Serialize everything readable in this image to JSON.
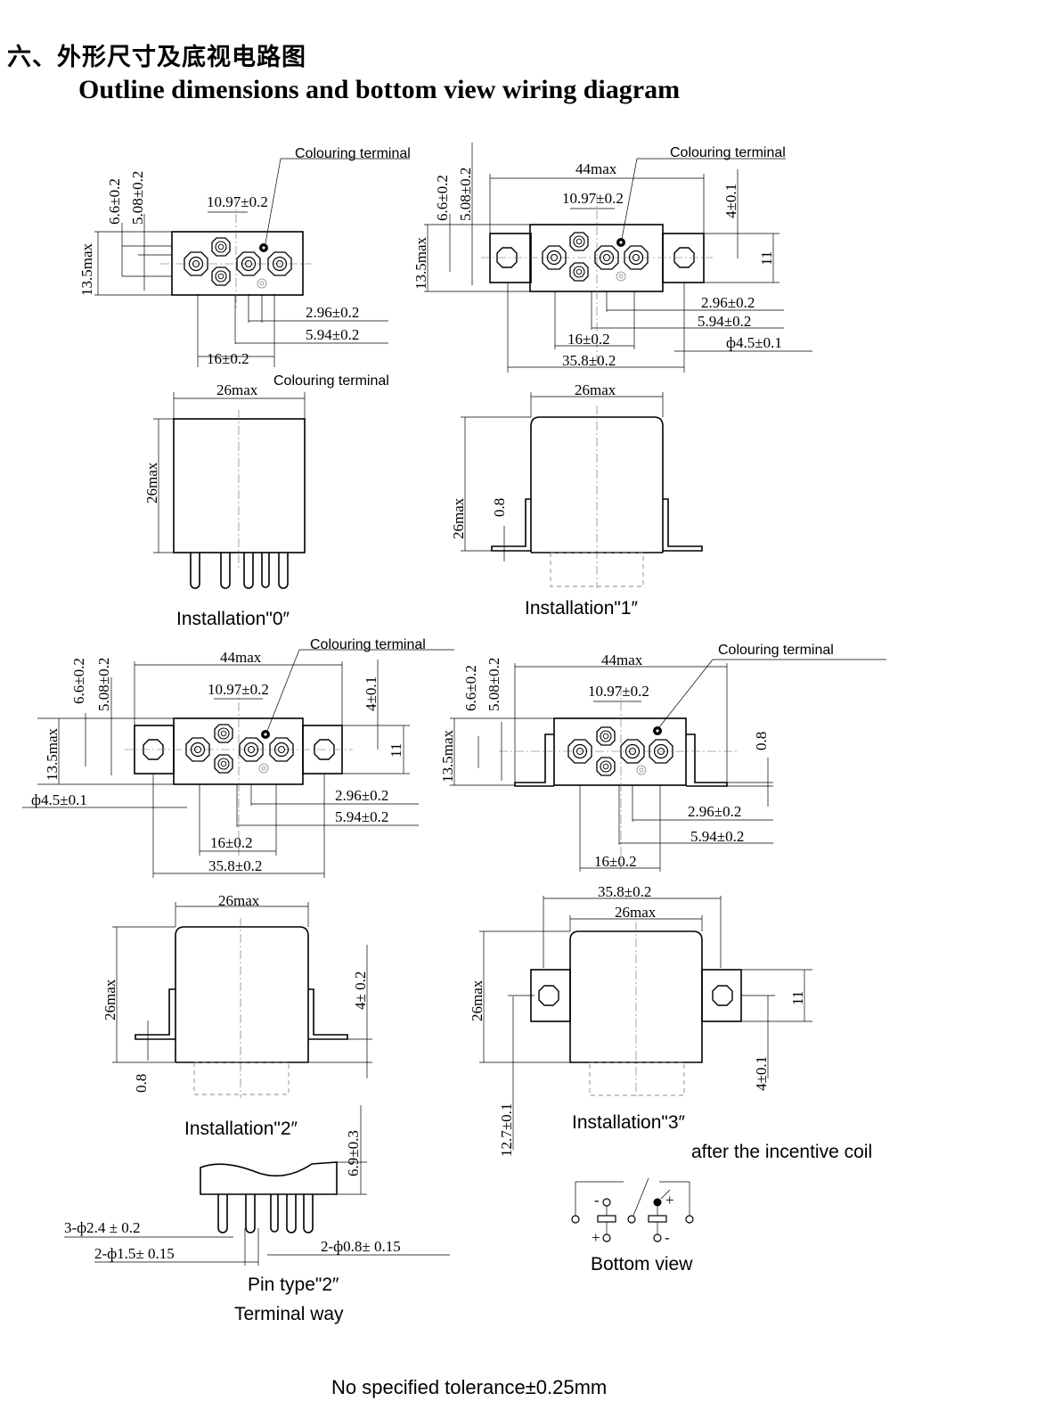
{
  "header": {
    "title_cn": "六、外形尺寸及底视电路图",
    "title_en": "Outline dimensions and bottom view wiring diagram"
  },
  "labels": {
    "colouring_terminal": "Colouring terminal",
    "inst0": "Installation\"0″",
    "inst1": "Installation\"1″",
    "inst2": "Installation\"2″",
    "inst3": "Installation\"3″",
    "pin_type": "Pin type\"2″",
    "terminal_way": "Terminal way",
    "after_coil": "after the incentive coil",
    "bottom_view": "Bottom view",
    "tolerance_note": "No specified tolerance±0.25mm"
  },
  "dims": {
    "d6_6": "6.6±0.2",
    "d5_08": "5.08±0.2",
    "d10_97": "10.97±0.2",
    "d13_5": "13.5max",
    "d2_96": "2.96±0.2",
    "d5_94": "5.94±0.2",
    "d16": "16±0.2",
    "d26": "26max",
    "d44": "44max",
    "d4_01": "4±0.1",
    "d4_02": "4± 0.2",
    "d11": "11",
    "phi45": "ф4.5±0.1",
    "d35_8": "35.8±0.2",
    "d0_8": "0.8",
    "d12_7": "12.7±0.1",
    "d6_9": "6.9±0.3",
    "pin24": "3-ф2.4 ± 0.2",
    "pin15": "2-ф1.5± 0.15",
    "pin08": "2-ф0.8± 0.15"
  }
}
